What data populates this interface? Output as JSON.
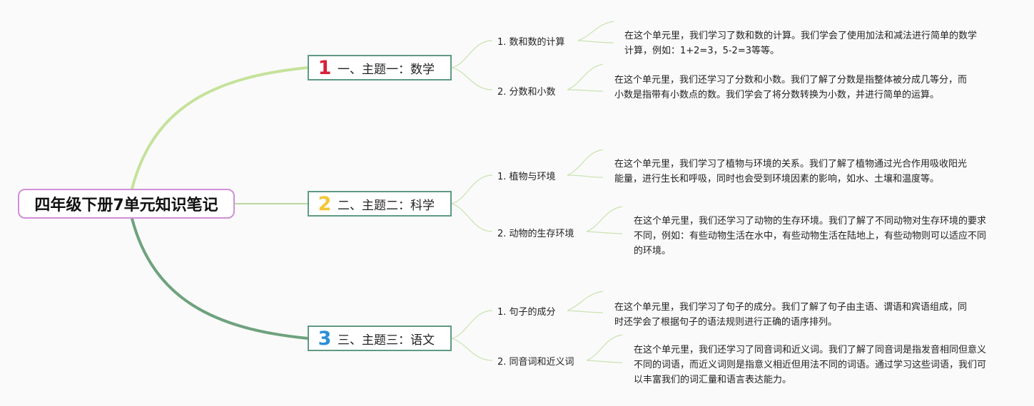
{
  "root": {
    "title": "四年级下册7单元知识笔记"
  },
  "colors": {
    "root_border": "#d08fd8",
    "topic_border": "#5f9a82",
    "num1": "#d8213a",
    "num2": "#f2c736",
    "num3": "#2a8fd8",
    "branch_top": "#c5e29b",
    "branch_mid": "#b9d8a0",
    "branch_bottom": "#6ea27e",
    "leaf_line": "#c9e3b0"
  },
  "topics": [
    {
      "number": "1",
      "label": "一、主题一：数学",
      "subs": [
        {
          "label": "1. 数和数的计算",
          "note": "在这个单元里，我们学习了数和数的计算。我们学会了使用加法和减法进行简单的数学计算，例如：1+2=3，5-2=3等等。"
        },
        {
          "label": "2. 分数和小数",
          "note": "在这个单元里，我们还学习了分数和小数。我们了解了分数是指整体被分成几等分，而小数是指带有小数点的数。我们学会了将分数转换为小数，并进行简单的运算。"
        }
      ]
    },
    {
      "number": "2",
      "label": "二、主题二：科学",
      "subs": [
        {
          "label": "1. 植物与环境",
          "note": "在这个单元里，我们学习了植物与环境的关系。我们了解了植物通过光合作用吸收阳光能量，进行生长和呼吸，同时也会受到环境因素的影响，如水、土壤和温度等。"
        },
        {
          "label": "2. 动物的生存环境",
          "note": "在这个单元里，我们还学习了动物的生存环境。我们了解了不同动物对生存环境的要求不同，例如：有些动物生活在水中，有些动物生活在陆地上，有些动物则可以适应不同的环境。"
        }
      ]
    },
    {
      "number": "3",
      "label": "三、主题三：语文",
      "subs": [
        {
          "label": "1. 句子的成分",
          "note": "在这个单元里，我们学习了句子的成分。我们了解了句子由主语、谓语和宾语组成，同时还学会了根据句子的语法规则进行正确的语序排列。"
        },
        {
          "label": "2. 同音词和近义词",
          "note": "在这个单元里，我们还学习了同音词和近义词。我们了解了同音词是指发音相同但意义不同的词语，而近义词则是指意义相近但用法不同的词语。通过学习这些词语，我们可以丰富我们的词汇量和语言表达能力。"
        }
      ]
    }
  ]
}
